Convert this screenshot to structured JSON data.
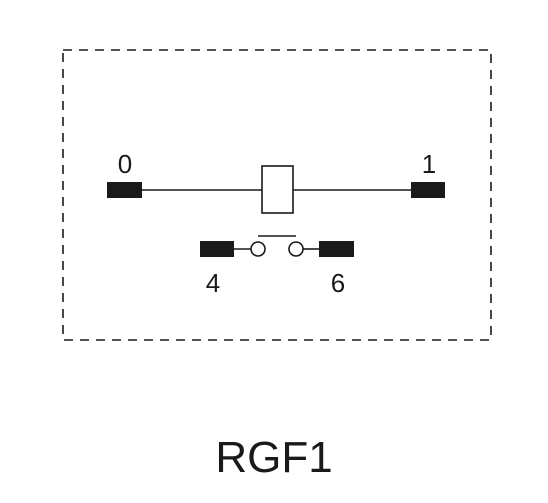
{
  "diagram": {
    "model": "RGF1",
    "pins": {
      "coil_left": "0",
      "coil_right": "1",
      "switch_left": "4",
      "switch_right": "6"
    },
    "colors": {
      "line": "#1a1a1a",
      "terminal": "#1a1a1a",
      "outline": "#1a1a1a",
      "background": "#ffffff"
    }
  }
}
